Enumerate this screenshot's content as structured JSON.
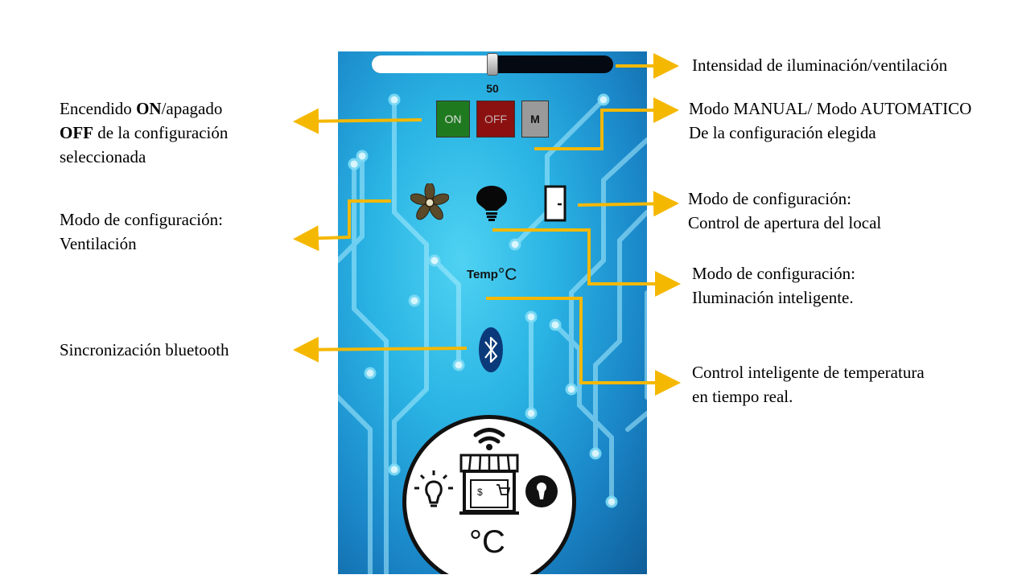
{
  "app": {
    "slider": {
      "value": "50",
      "fraction": 0.5
    },
    "buttons": {
      "on": "ON",
      "off": "OFF",
      "mode": "M"
    },
    "temperature": {
      "label": "Temp",
      "unit": "°C"
    },
    "logo": {
      "currency": "$",
      "unit": "°C"
    },
    "icons": [
      "fan-icon",
      "bulb-icon",
      "door-icon",
      "bluetooth-icon",
      "wifi-icon",
      "store-icon",
      "lightbulb-icon",
      "keyhole-icon"
    ]
  },
  "annotations": {
    "intensity": "Intensidad de iluminación/ventilación",
    "on_off": {
      "pre": "Encendido ",
      "on": "ON",
      "mid": "/apagado",
      "off": "OFF",
      "post": " de la configuración",
      "line3": "seleccionada"
    },
    "mode": {
      "line1": "Modo MANUAL/ Modo AUTOMATICO",
      "line2": "De la configuración elegida"
    },
    "ventilation": {
      "line1": "Modo de configuración:",
      "line2": "Ventilación"
    },
    "door": {
      "line1": "Modo de configuración:",
      "line2": "Control de apertura del local"
    },
    "lighting": {
      "line1": "Modo de configuración:",
      "line2": "Iluminación inteligente."
    },
    "bluetooth": "Sincronización bluetooth",
    "temperature": {
      "line1": "Control inteligente de temperatura",
      "line2": "en tiempo real."
    }
  },
  "colors": {
    "arrow": "#f5b800",
    "background": "#ffffff",
    "panel": "#2ab4e4",
    "on_button": "#1f7a1f",
    "off_button": "#8b1010",
    "mode_button": "#9a9a9a"
  }
}
